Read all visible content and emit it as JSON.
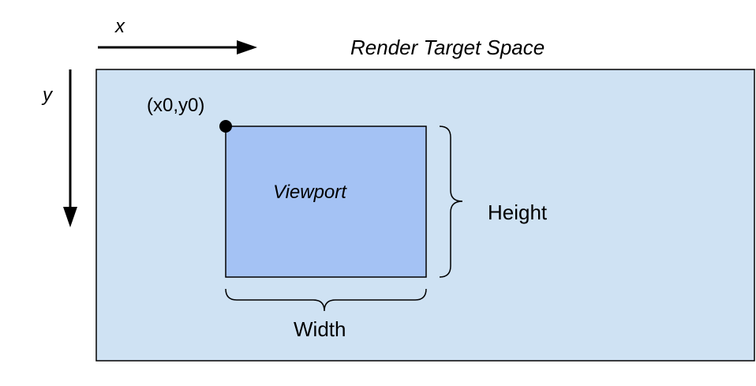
{
  "labels": {
    "x_axis": "x",
    "y_axis": "y",
    "space_title": "Render Target Space",
    "origin": "(x0,y0)",
    "viewport": "Viewport",
    "height": "Height",
    "width": "Width"
  },
  "colors": {
    "render_target_fill": "#cfe2f3",
    "viewport_fill": "#a4c2f4",
    "stroke": "#000000"
  }
}
